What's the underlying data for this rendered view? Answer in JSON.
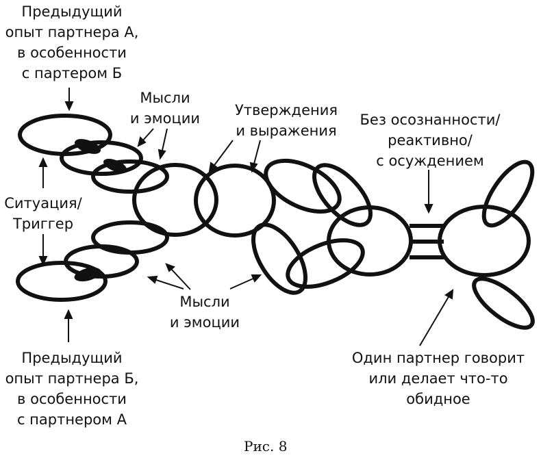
{
  "labels": {
    "prev_a": "Предыдущий\nопыт партнера А,\nв особенности\nс партером Б",
    "thoughts_top": "Мысли\nи эмоции",
    "statements": "Утверждения\nи выражения",
    "reactive": "Без осознанности/\nреактивно/\nс осуждением",
    "trigger": "Ситуация/\nТриггер",
    "thoughts_bottom": "Мысли\nи эмоции",
    "prev_b": "Предыдущий\nопыт партнера Б,\nв особенности\nс партнером А",
    "hurtful": "Один партнер говорит\nили делает что-то\nобидное"
  },
  "caption": "Рис. 8",
  "colors": {
    "stroke": "#111111",
    "background": "#ffffff"
  }
}
